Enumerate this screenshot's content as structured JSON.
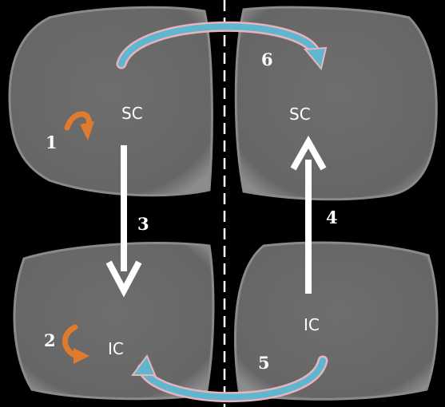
{
  "regions": {
    "top_left": "SC",
    "top_right": "SC",
    "bottom_left": "IC",
    "bottom_right": "IC"
  },
  "steps": [
    "1",
    "2",
    "3",
    "4",
    "5",
    "6"
  ],
  "colors": {
    "background": "#000000",
    "lobe": "#6b6b6b",
    "lobe_edge": "#8a8a8a",
    "midline": "#ffffff",
    "projection_arrow": "#ffffff",
    "local_loop": "#e07a2c",
    "commissural_outline": "#e9b3be",
    "commissural_fill": "#5fb6cf"
  },
  "icons": {
    "local_loop": "curved-arrow-icon",
    "projection": "straight-arrow-icon",
    "commissural": "arc-arrow-icon"
  }
}
